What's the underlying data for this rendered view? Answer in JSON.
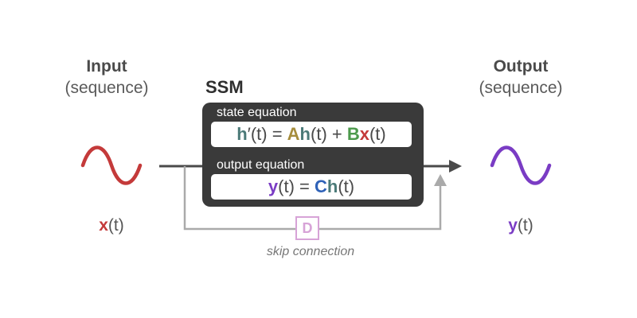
{
  "input": {
    "title": "Input",
    "subtitle": "(sequence)",
    "var_symbol": "x",
    "var_arg": "(t)"
  },
  "output": {
    "title": "Output",
    "subtitle": "(sequence)",
    "var_symbol": "y",
    "var_arg": "(t)"
  },
  "ssm": {
    "title": "SSM",
    "state_caption": "state equation",
    "state_eq": {
      "h": "h",
      "prime_arg": "′(t)",
      "eq": " = ",
      "A": "A",
      "h2": "h",
      "arg2": "(t)",
      "plus": " + ",
      "B": "B",
      "x": "x",
      "arg3": "(t)"
    },
    "output_caption": "output equation",
    "output_eq": {
      "y": "y",
      "arg1": "(t)",
      "eq": " = ",
      "C": "C",
      "h": "h",
      "arg2": "(t)"
    }
  },
  "skip": {
    "d_label": "D",
    "caption": "skip connection"
  },
  "colors": {
    "input_wave": "#c43a3a",
    "output_wave": "#7a3cc4",
    "main_line": "#4a4a4a",
    "skip_line": "#aaaaaa",
    "box": "#3a3a3a",
    "d_box": "#d7a3d7"
  }
}
